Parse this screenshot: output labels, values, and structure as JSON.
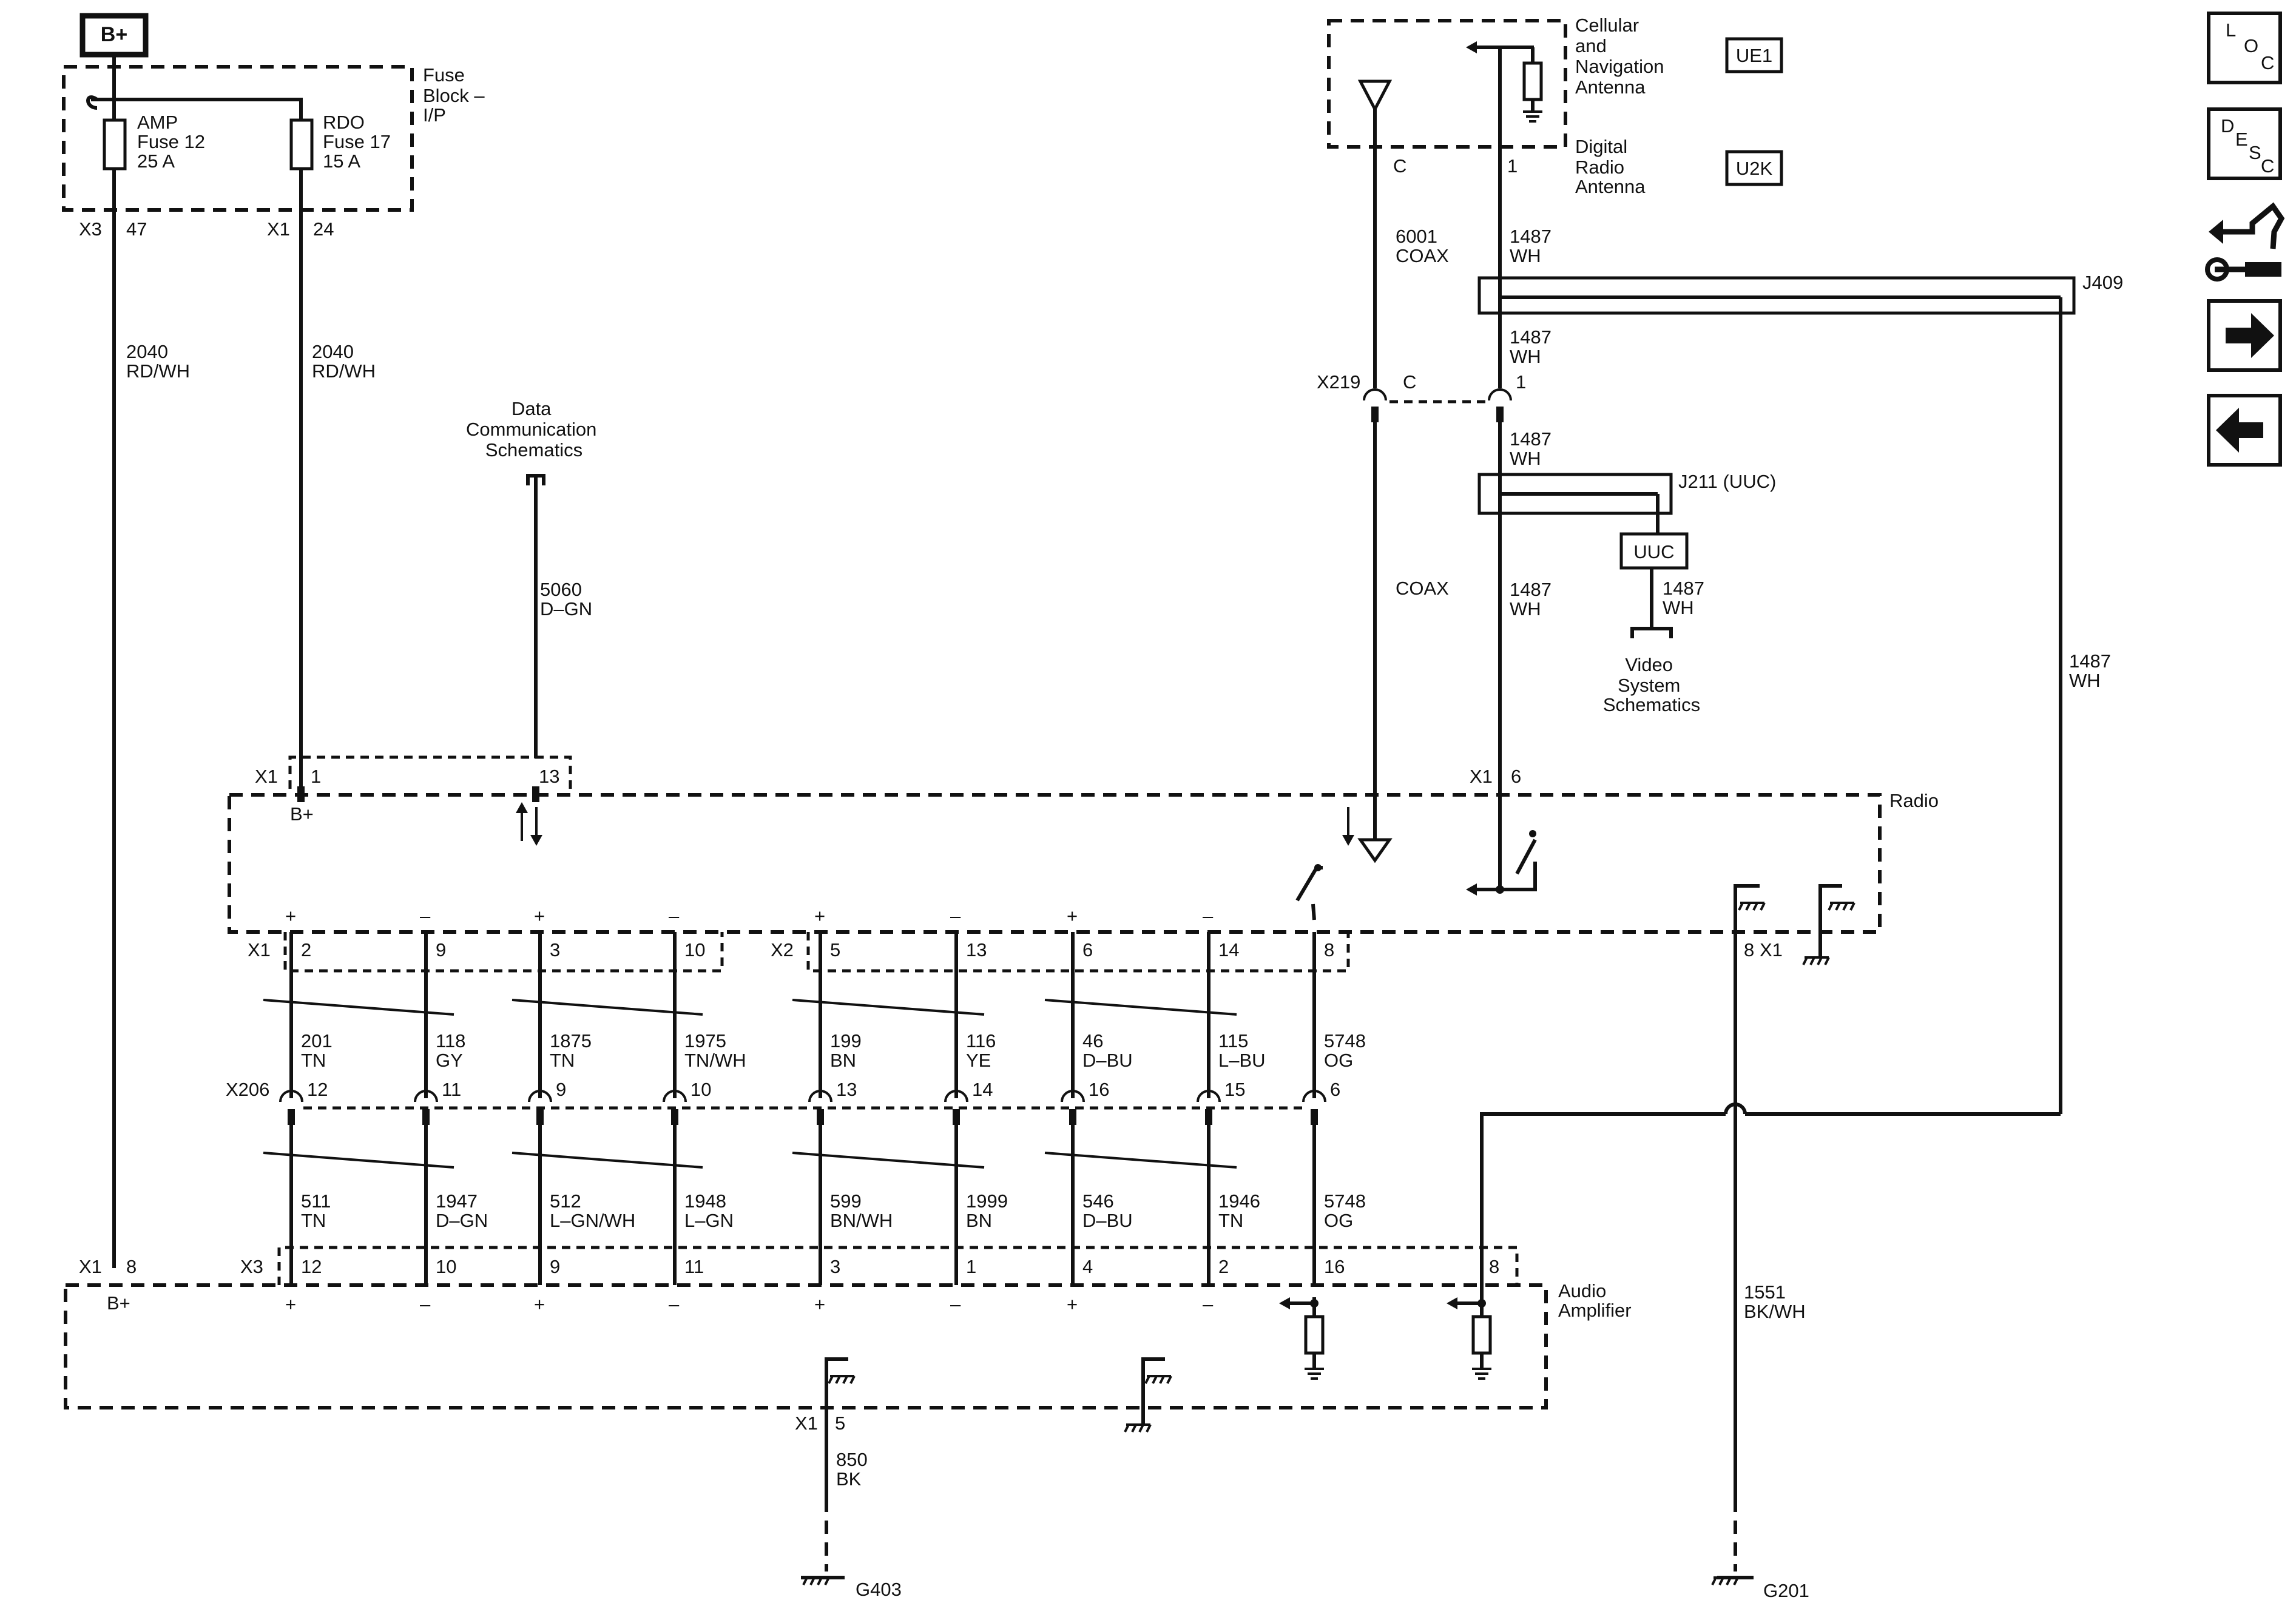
{
  "components": {
    "bplus": "B+",
    "fuse_block": [
      "Fuse",
      "Block –",
      "I/P"
    ],
    "fuse_amp": [
      "AMP",
      "Fuse 12",
      "25 A"
    ],
    "fuse_rdo": [
      "RDO",
      "Fuse 17",
      "15 A"
    ],
    "cellular_antenna": [
      "Cellular",
      "and",
      "Navigation",
      "Antenna"
    ],
    "digital_radio_antenna": [
      "Digital",
      "Radio",
      "Antenna"
    ],
    "ue1": "UE1",
    "u2k": "U2K",
    "uuc": "UUC",
    "radio": "Radio",
    "audio_amplifier": [
      "Audio",
      "Amplifier"
    ],
    "data_comm": [
      "Data",
      "Communication",
      "Schematics"
    ],
    "video_system": [
      "Video",
      "System",
      "Schematics"
    ],
    "g403": "G403",
    "g201": "G201",
    "j409": "J409",
    "j211": "J211 (UUC)",
    "x219": "X219",
    "x206": "X206"
  },
  "wires": {
    "w2040_left": [
      "2040",
      "RD/WH"
    ],
    "w2040_right": [
      "2040",
      "RD/WH"
    ],
    "w5060": [
      "5060",
      "D–GN"
    ],
    "w6001": [
      "6001",
      "COAX"
    ],
    "w1487_top": [
      "1487",
      "WH"
    ],
    "w1487_j409": [
      "1487",
      "WH"
    ],
    "w1487_x219": [
      "1487",
      "WH"
    ],
    "w1487_radio": [
      "1487",
      "WH"
    ],
    "w1487_uuc": [
      "1487",
      "WH"
    ],
    "w1487_far": [
      "1487",
      "WH"
    ],
    "coax": "COAX",
    "w1551": [
      "1551",
      "BK/WH"
    ],
    "w850": [
      "850",
      "BK"
    ],
    "upper_speaker": [
      [
        "201",
        "TN"
      ],
      [
        "118",
        "GY"
      ],
      [
        "1875",
        "TN"
      ],
      [
        "1975",
        "TN/WH"
      ],
      [
        "199",
        "BN"
      ],
      [
        "116",
        "YE"
      ],
      [
        "46",
        "D–BU"
      ],
      [
        "115",
        "L–BU"
      ],
      [
        "5748",
        "OG"
      ]
    ],
    "lower_speaker": [
      [
        "511",
        "TN"
      ],
      [
        "1947",
        "D–GN"
      ],
      [
        "512",
        "L–GN/WH"
      ],
      [
        "1948",
        "L–GN"
      ],
      [
        "599",
        "BN/WH"
      ],
      [
        "1999",
        "BN"
      ],
      [
        "546",
        "D–BU"
      ],
      [
        "1946",
        "TN"
      ],
      [
        "5748",
        "OG"
      ]
    ]
  },
  "pins": {
    "fuse_x3": "X3",
    "fuse_x3_pin": "47",
    "fuse_x1": "X1",
    "fuse_x1_pin": "24",
    "antenna_c": "C",
    "antenna_1": "1",
    "x219_c": "C",
    "x219_1": "1",
    "radio_top_x1": "X1",
    "radio_top_pin1": "1",
    "radio_top_pin13": "13",
    "radio_bplus": "B+",
    "radio_x1_6": "X1",
    "radio_pin6": "6",
    "radio_x1_bottom": "X1",
    "radio_x2_bottom": "X2",
    "radio_bottom_pins": [
      "2",
      "9",
      "3",
      "10",
      "5",
      "13",
      "6",
      "14",
      "8"
    ],
    "radio_ground_x1": "X1",
    "radio_ground_pin": "8",
    "x206_pins": [
      "12",
      "11",
      "9",
      "10",
      "13",
      "14",
      "16",
      "15",
      "6"
    ],
    "amp_x1": "X1",
    "amp_x1_pin": "8",
    "amp_bplus": "B+",
    "amp_x3": "X3",
    "amp_pins": [
      "12",
      "10",
      "9",
      "11",
      "3",
      "1",
      "4",
      "2",
      "16"
    ],
    "amp_pin8": "8",
    "amp_gnd_x1": "X1",
    "amp_gnd_pin": "5",
    "polarity": [
      "+",
      "–",
      "+",
      "–",
      "+",
      "–",
      "+",
      "–"
    ]
  },
  "nav": {
    "loc": [
      "L",
      "O",
      "C"
    ],
    "desc": [
      "D",
      "E",
      "S",
      "C"
    ],
    "icons": [
      "connector-tool-icon",
      "arrow-right-icon",
      "arrow-left-icon"
    ]
  }
}
